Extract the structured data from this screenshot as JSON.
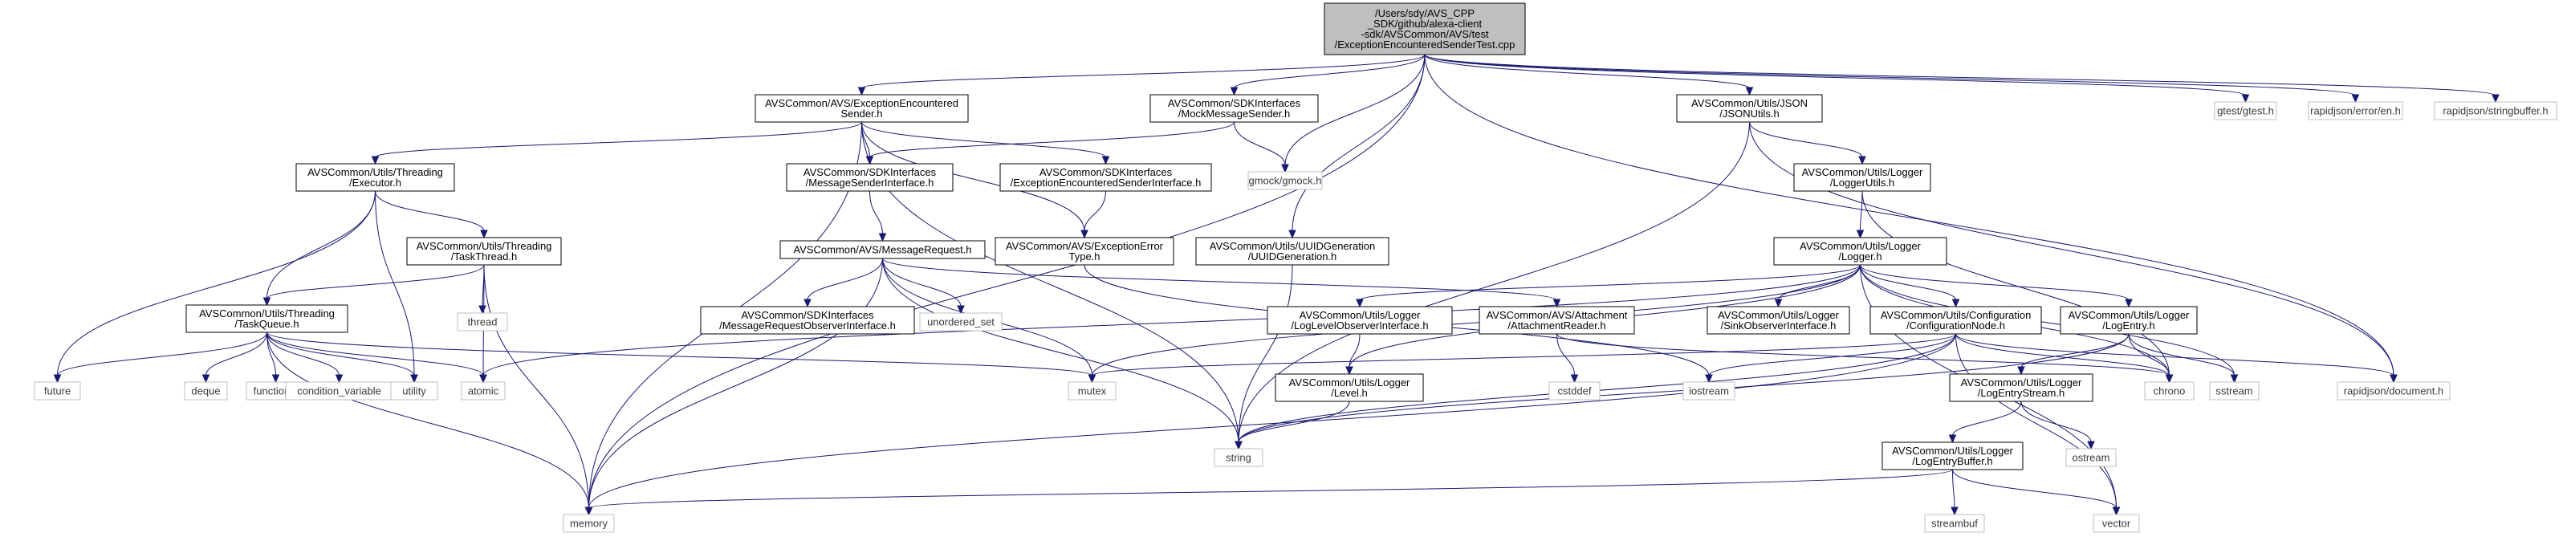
{
  "colors": {
    "edge": "#191970",
    "root_fill": "#bfbfbf",
    "header_border": "#000000",
    "system_border": "#bfbfbf"
  },
  "nodes": [
    {
      "id": "root",
      "kind": "root",
      "lines": [
        "/Users/sdy/AVS_CPP",
        "_SDK/github/alexa-client",
        "-sdk/AVSCommon/AVS/test",
        "/ExceptionEncounteredSenderTest.cpp"
      ]
    },
    {
      "id": "ees",
      "kind": "hdr",
      "lines": [
        "AVSCommon/AVS/ExceptionEncountered",
        "Sender.h"
      ]
    },
    {
      "id": "mms",
      "kind": "hdr",
      "lines": [
        "AVSCommon/SDKInterfaces",
        "/MockMessageSender.h"
      ]
    },
    {
      "id": "gmock",
      "kind": "sys",
      "lines": [
        "gmock/gmock.h"
      ]
    },
    {
      "id": "jsonutils",
      "kind": "hdr",
      "lines": [
        "AVSCommon/Utils/JSON",
        "/JSONUtils.h"
      ]
    },
    {
      "id": "gtest",
      "kind": "sys",
      "lines": [
        "gtest/gtest.h"
      ]
    },
    {
      "id": "rjerr",
      "kind": "sys",
      "lines": [
        "rapidjson/error/en.h"
      ]
    },
    {
      "id": "rjsb",
      "kind": "sys",
      "lines": [
        "rapidjson/stringbuffer.h"
      ]
    },
    {
      "id": "executor",
      "kind": "hdr",
      "lines": [
        "AVSCommon/Utils/Threading",
        "/Executor.h"
      ]
    },
    {
      "id": "msi",
      "kind": "hdr",
      "lines": [
        "AVSCommon/SDKInterfaces",
        "/MessageSenderInterface.h"
      ]
    },
    {
      "id": "eesi",
      "kind": "hdr",
      "lines": [
        "AVSCommon/SDKInterfaces",
        "/ExceptionEncounteredSenderInterface.h"
      ]
    },
    {
      "id": "loggerutils",
      "kind": "hdr",
      "lines": [
        "AVSCommon/Utils/Logger",
        "/LoggerUtils.h"
      ]
    },
    {
      "id": "tasktread",
      "kind": "hdr",
      "lines": [
        "AVSCommon/Utils/Threading",
        "/TaskThread.h"
      ]
    },
    {
      "id": "msgreq",
      "kind": "hdr",
      "lines": [
        "AVSCommon/AVS/MessageRequest.h"
      ]
    },
    {
      "id": "exerr",
      "kind": "hdr",
      "lines": [
        "AVSCommon/AVS/ExceptionError",
        "Type.h"
      ]
    },
    {
      "id": "uuid",
      "kind": "hdr",
      "lines": [
        "AVSCommon/Utils/UUIDGeneration",
        "/UUIDGeneration.h"
      ]
    },
    {
      "id": "logger",
      "kind": "hdr",
      "lines": [
        "AVSCommon/Utils/Logger",
        "/Logger.h"
      ]
    },
    {
      "id": "taskqueue",
      "kind": "hdr",
      "lines": [
        "AVSCommon/Utils/Threading",
        "/TaskQueue.h"
      ]
    },
    {
      "id": "thread",
      "kind": "sys",
      "lines": [
        "thread"
      ]
    },
    {
      "id": "mroi",
      "kind": "hdr",
      "lines": [
        "AVSCommon/SDKInterfaces",
        "/MessageRequestObserverInterface.h"
      ]
    },
    {
      "id": "unset",
      "kind": "sys",
      "lines": [
        "unordered_set"
      ]
    },
    {
      "id": "lloi",
      "kind": "hdr",
      "lines": [
        "AVSCommon/Utils/Logger",
        "/LogLevelObserverInterface.h"
      ]
    },
    {
      "id": "attreader",
      "kind": "hdr",
      "lines": [
        "AVSCommon/AVS/Attachment",
        "/AttachmentReader.h"
      ]
    },
    {
      "id": "soi",
      "kind": "hdr",
      "lines": [
        "AVSCommon/Utils/Logger",
        "/SinkObserverInterface.h"
      ]
    },
    {
      "id": "confnode",
      "kind": "hdr",
      "lines": [
        "AVSCommon/Utils/Configuration",
        "/ConfigurationNode.h"
      ]
    },
    {
      "id": "logentry",
      "kind": "hdr",
      "lines": [
        "AVSCommon/Utils/Logger",
        "/LogEntry.h"
      ]
    },
    {
      "id": "future",
      "kind": "sys",
      "lines": [
        "future"
      ]
    },
    {
      "id": "deque",
      "kind": "sys",
      "lines": [
        "deque"
      ]
    },
    {
      "id": "functional",
      "kind": "sys",
      "lines": [
        "functional"
      ]
    },
    {
      "id": "condvar",
      "kind": "sys",
      "lines": [
        "condition_variable"
      ]
    },
    {
      "id": "utility",
      "kind": "sys",
      "lines": [
        "utility"
      ]
    },
    {
      "id": "atomic",
      "kind": "sys",
      "lines": [
        "atomic"
      ]
    },
    {
      "id": "mutex",
      "kind": "sys",
      "lines": [
        "mutex"
      ]
    },
    {
      "id": "level",
      "kind": "hdr",
      "lines": [
        "AVSCommon/Utils/Logger",
        "/Level.h"
      ]
    },
    {
      "id": "cstddef",
      "kind": "sys",
      "lines": [
        "cstddef"
      ]
    },
    {
      "id": "iostream",
      "kind": "sys",
      "lines": [
        "iostream"
      ]
    },
    {
      "id": "les",
      "kind": "hdr",
      "lines": [
        "AVSCommon/Utils/Logger",
        "/LogEntryStream.h"
      ]
    },
    {
      "id": "chrono",
      "kind": "sys",
      "lines": [
        "chrono"
      ]
    },
    {
      "id": "sstream",
      "kind": "sys",
      "lines": [
        "sstream"
      ]
    },
    {
      "id": "rjdoc",
      "kind": "sys",
      "lines": [
        "rapidjson/document.h"
      ]
    },
    {
      "id": "string",
      "kind": "sys",
      "lines": [
        "string"
      ]
    },
    {
      "id": "ostream",
      "kind": "sys",
      "lines": [
        "ostream"
      ]
    },
    {
      "id": "leb",
      "kind": "hdr",
      "lines": [
        "AVSCommon/Utils/Logger",
        "/LogEntryBuffer.h"
      ]
    },
    {
      "id": "memory",
      "kind": "sys",
      "lines": [
        "memory"
      ]
    },
    {
      "id": "streambuf",
      "kind": "sys",
      "lines": [
        "streambuf"
      ]
    },
    {
      "id": "vector",
      "kind": "sys",
      "lines": [
        "vector"
      ]
    }
  ],
  "edges": [
    [
      "root",
      "ees"
    ],
    [
      "root",
      "mms"
    ],
    [
      "root",
      "gmock"
    ],
    [
      "root",
      "jsonutils"
    ],
    [
      "root",
      "gtest"
    ],
    [
      "root",
      "rjerr"
    ],
    [
      "root",
      "rjsb"
    ],
    [
      "root",
      "memory"
    ],
    [
      "root",
      "uuid"
    ],
    [
      "root",
      "rjdoc"
    ],
    [
      "ees",
      "executor"
    ],
    [
      "ees",
      "msi"
    ],
    [
      "ees",
      "eesi"
    ],
    [
      "ees",
      "exerr"
    ],
    [
      "ees",
      "memory"
    ],
    [
      "ees",
      "string"
    ],
    [
      "mms",
      "msi"
    ],
    [
      "mms",
      "gmock"
    ],
    [
      "jsonutils",
      "loggerutils"
    ],
    [
      "jsonutils",
      "string"
    ],
    [
      "jsonutils",
      "rjdoc"
    ],
    [
      "executor",
      "tasktread"
    ],
    [
      "executor",
      "taskqueue"
    ],
    [
      "executor",
      "future"
    ],
    [
      "executor",
      "utility"
    ],
    [
      "msi",
      "msgreq"
    ],
    [
      "eesi",
      "exerr"
    ],
    [
      "loggerutils",
      "logger"
    ],
    [
      "loggerutils",
      "chrono"
    ],
    [
      "tasktread",
      "taskqueue"
    ],
    [
      "tasktread",
      "thread"
    ],
    [
      "tasktread",
      "atomic"
    ],
    [
      "tasktread",
      "memory"
    ],
    [
      "msgreq",
      "mroi"
    ],
    [
      "msgreq",
      "unset"
    ],
    [
      "msgreq",
      "attreader"
    ],
    [
      "msgreq",
      "memory"
    ],
    [
      "msgreq",
      "mutex"
    ],
    [
      "msgreq",
      "string"
    ],
    [
      "exerr",
      "iostream"
    ],
    [
      "uuid",
      "string"
    ],
    [
      "logger",
      "lloi"
    ],
    [
      "logger",
      "soi"
    ],
    [
      "logger",
      "confnode"
    ],
    [
      "logger",
      "logentry"
    ],
    [
      "logger",
      "level"
    ],
    [
      "logger",
      "atomic"
    ],
    [
      "logger",
      "mutex"
    ],
    [
      "logger",
      "chrono"
    ],
    [
      "logger",
      "sstream"
    ],
    [
      "logger",
      "vector"
    ],
    [
      "taskqueue",
      "future"
    ],
    [
      "taskqueue",
      "deque"
    ],
    [
      "taskqueue",
      "functional"
    ],
    [
      "taskqueue",
      "condvar"
    ],
    [
      "taskqueue",
      "utility"
    ],
    [
      "taskqueue",
      "atomic"
    ],
    [
      "taskqueue",
      "mutex"
    ],
    [
      "taskqueue",
      "memory"
    ],
    [
      "lloi",
      "level"
    ],
    [
      "attreader",
      "cstddef"
    ],
    [
      "attreader",
      "chrono"
    ],
    [
      "confnode",
      "mutex"
    ],
    [
      "confnode",
      "iostream"
    ],
    [
      "confnode",
      "string"
    ],
    [
      "confnode",
      "rjdoc"
    ],
    [
      "confnode",
      "chrono"
    ],
    [
      "confnode",
      "vector"
    ],
    [
      "confnode",
      "memory"
    ],
    [
      "logentry",
      "les"
    ],
    [
      "logentry",
      "sstream"
    ],
    [
      "logentry",
      "chrono"
    ],
    [
      "logentry",
      "string"
    ],
    [
      "level",
      "string"
    ],
    [
      "les",
      "leb"
    ],
    [
      "les",
      "ostream"
    ],
    [
      "leb",
      "memory"
    ],
    [
      "leb",
      "streambuf"
    ],
    [
      "leb",
      "vector"
    ]
  ]
}
